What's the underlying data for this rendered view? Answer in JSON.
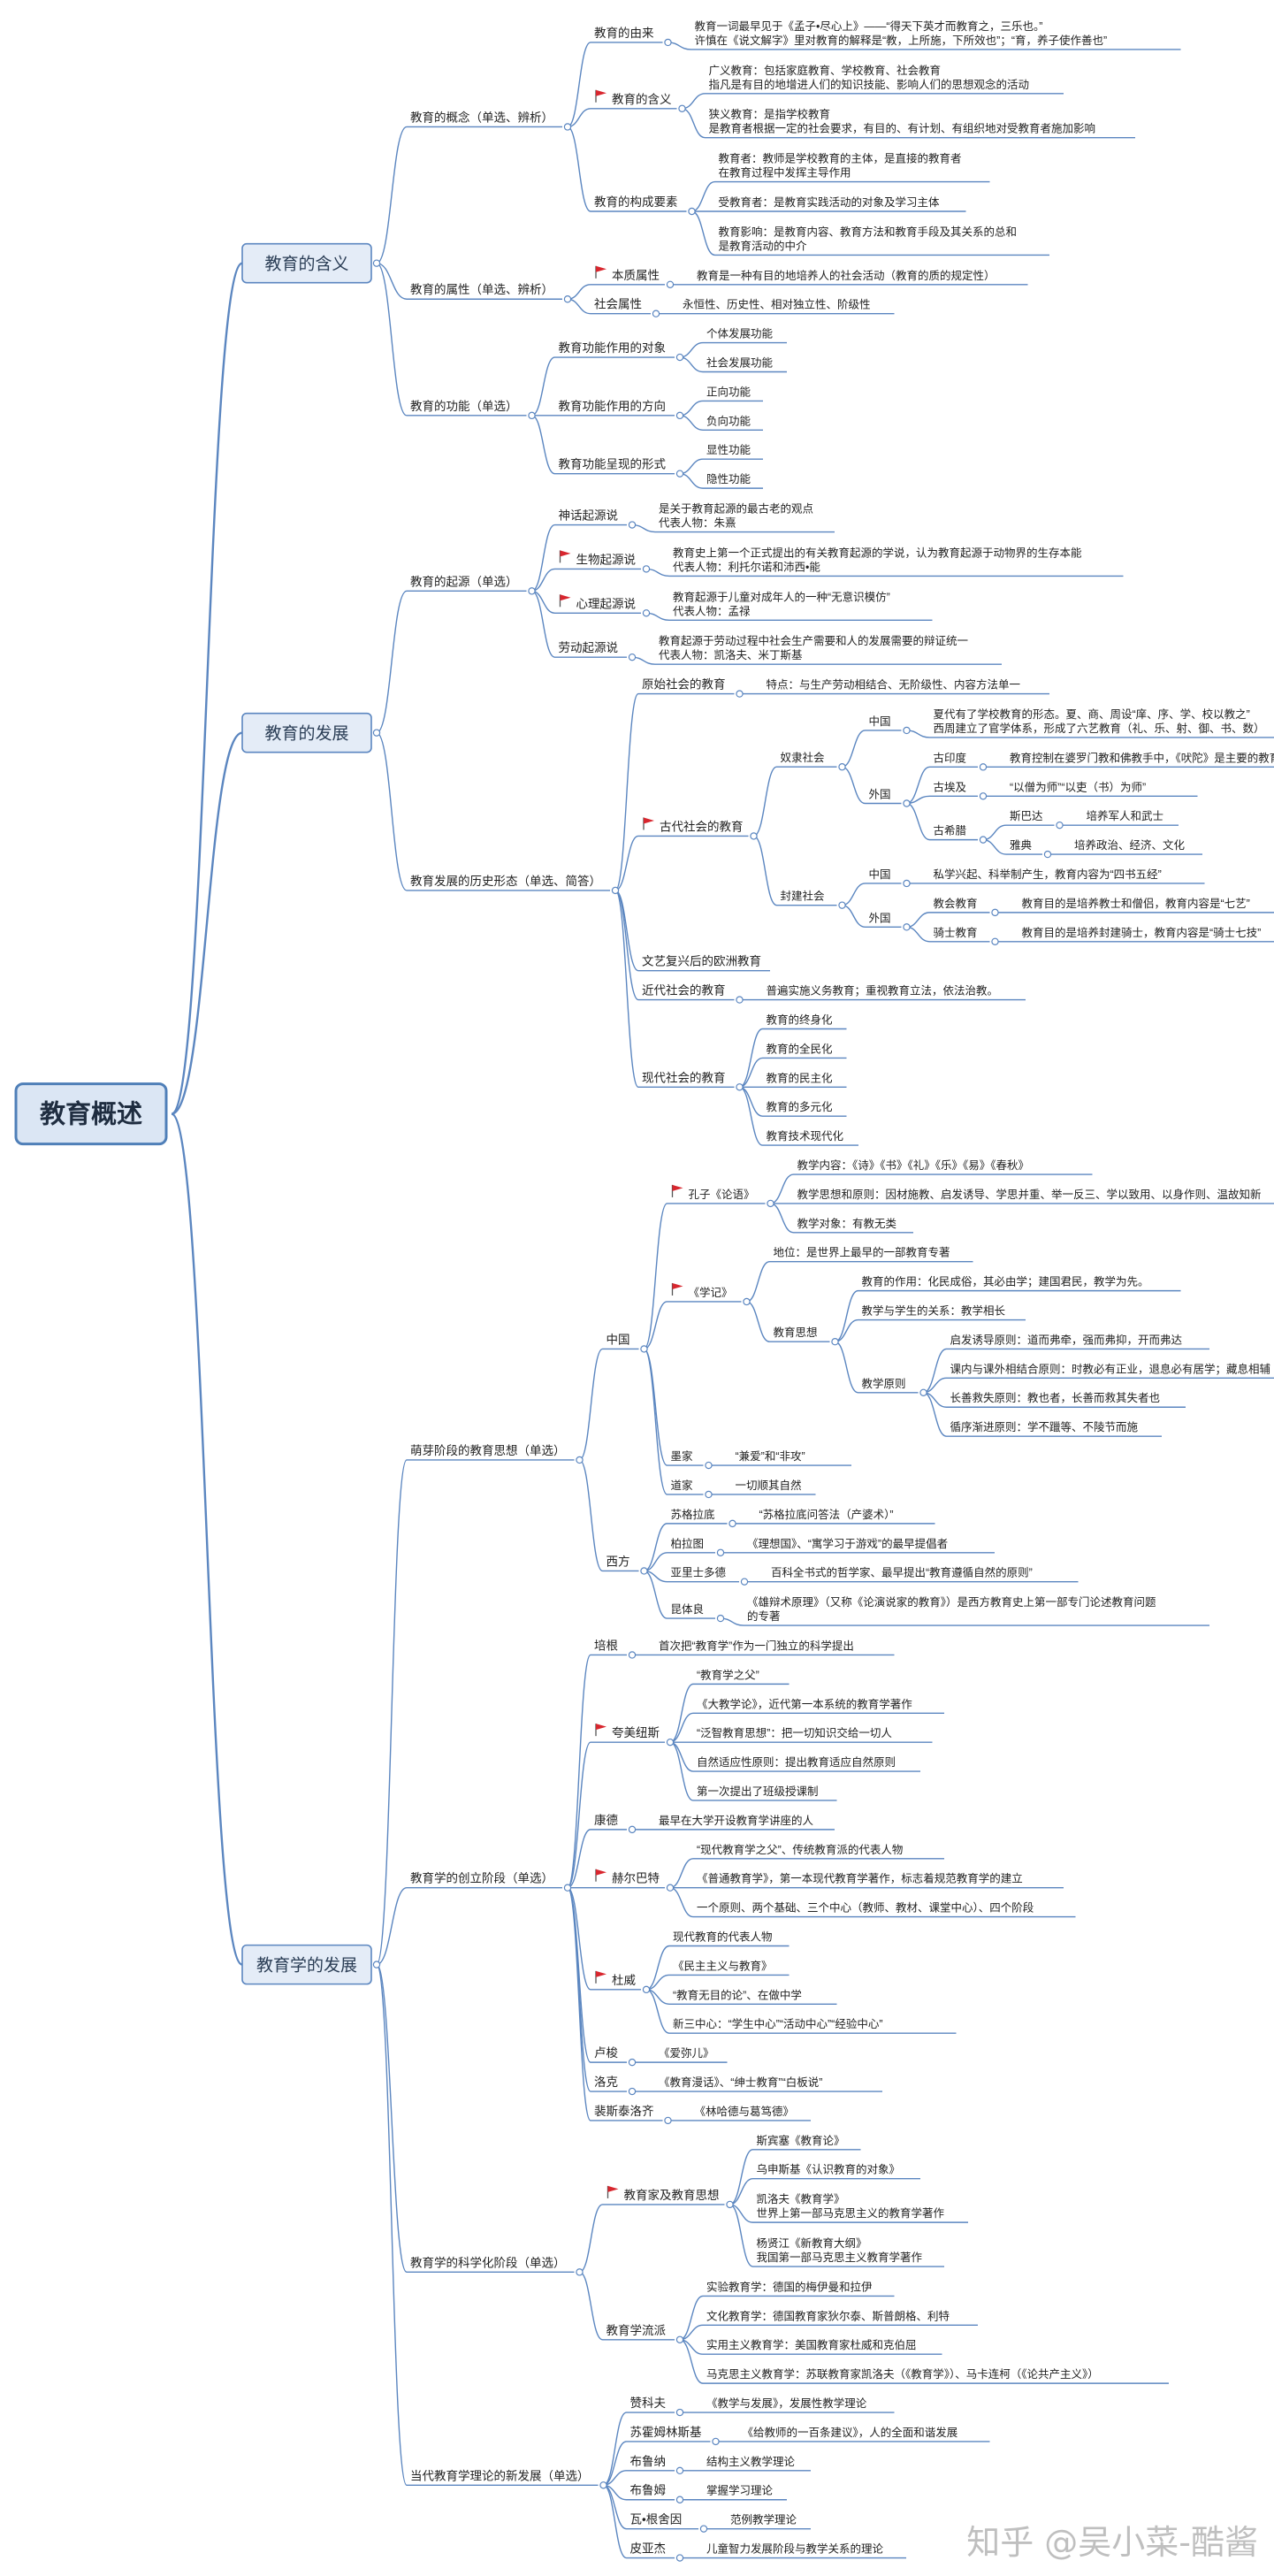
{
  "root": "教育概述",
  "watermark": "知乎 @吴小菜-酷酱",
  "colors": {
    "line": "#5b86c0",
    "rootFill": "#dbe6f4",
    "rootStroke": "#4f7fb8",
    "l1Fill": "#e4ecf7",
    "flag": "#d8262e"
  },
  "tree": {
    "t": "教育概述",
    "c": [
      {
        "t": "教育的含义",
        "c": [
          {
            "t": "教育的概念（单选、辨析）",
            "c": [
              {
                "t": "教育的由来",
                "c": [
                  {
                    "t": "教育一词最早见于《孟子•尽心上》——“得天下英才而教育之，三乐也。”\n许慎在《说文解字》里对教育的解释是“教，上所施，下所效也”；“育，养子使作善也”"
                  }
                ]
              },
              {
                "t": "教育的含义",
                "f": 1,
                "c": [
                  {
                    "t": "广义教育：包括家庭教育、学校教育、社会教育\n指凡是有目的地增进人们的知识技能、影响人们的思想观念的活动"
                  },
                  {
                    "t": "狭义教育：是指学校教育\n是教育者根据一定的社会要求，有目的、有计划、有组织地对受教育者施加影响"
                  }
                ]
              },
              {
                "t": "教育的构成要素",
                "c": [
                  {
                    "t": "教育者：教师是学校教育的主体，是直接的教育者\n在教育过程中发挥主导作用"
                  },
                  {
                    "t": "受教育者：是教育实践活动的对象及学习主体"
                  },
                  {
                    "t": "教育影响：是教育内容、教育方法和教育手段及其关系的总和\n是教育活动的中介"
                  }
                ]
              }
            ]
          },
          {
            "t": "教育的属性（单选、辨析）",
            "c": [
              {
                "t": "本质属性",
                "f": 1,
                "c": [
                  {
                    "t": "教育是一种有目的地培养人的社会活动（教育的质的规定性）"
                  }
                ]
              },
              {
                "t": "社会属性",
                "c": [
                  {
                    "t": "永恒性、历史性、相对独立性、阶级性"
                  }
                ]
              }
            ]
          },
          {
            "t": "教育的功能（单选）",
            "c": [
              {
                "t": "教育功能作用的对象",
                "c": [
                  {
                    "t": "个体发展功能"
                  },
                  {
                    "t": "社会发展功能"
                  }
                ]
              },
              {
                "t": "教育功能作用的方向",
                "c": [
                  {
                    "t": "正向功能"
                  },
                  {
                    "t": "负向功能"
                  }
                ]
              },
              {
                "t": "教育功能呈现的形式",
                "c": [
                  {
                    "t": "显性功能"
                  },
                  {
                    "t": "隐性功能"
                  }
                ]
              }
            ]
          }
        ]
      },
      {
        "t": "教育的发展",
        "c": [
          {
            "t": "教育的起源（单选）",
            "c": [
              {
                "t": "神话起源说",
                "c": [
                  {
                    "t": "是关于教育起源的最古老的观点\n代表人物：朱熹"
                  }
                ]
              },
              {
                "t": "生物起源说",
                "f": 1,
                "c": [
                  {
                    "t": "教育史上第一个正式提出的有关教育起源的学说，认为教育起源于动物界的生存本能\n代表人物：利托尔诺和沛西•能"
                  }
                ]
              },
              {
                "t": "心理起源说",
                "f": 1,
                "c": [
                  {
                    "t": "教育起源于儿童对成年人的一种“无意识模仿”\n代表人物：孟禄"
                  }
                ]
              },
              {
                "t": "劳动起源说",
                "c": [
                  {
                    "t": "教育起源于劳动过程中社会生产需要和人的发展需要的辩证统一\n代表人物：凯洛夫、米丁斯基"
                  }
                ]
              }
            ]
          },
          {
            "t": "教育发展的历史形态（单选、简答）",
            "c": [
              {
                "t": "原始社会的教育",
                "c": [
                  {
                    "t": "特点：与生产劳动相结合、无阶级性、内容方法单一"
                  }
                ]
              },
              {
                "t": "古代社会的教育",
                "f": 1,
                "c": [
                  {
                    "t": "奴隶社会",
                    "c": [
                      {
                        "t": "中国",
                        "c": [
                          {
                            "t": "夏代有了学校教育的形态。夏、商、周设“庠、序、学、校以教之”\n西周建立了官学体系，形成了六艺教育（礼、乐、射、御、书、数）"
                          }
                        ]
                      },
                      {
                        "t": "外国",
                        "c": [
                          {
                            "t": "古印度",
                            "c": [
                              {
                                "t": "教育控制在婆罗门教和佛教手中，《吠陀》是主要的教育内容"
                              }
                            ]
                          },
                          {
                            "t": "古埃及",
                            "c": [
                              {
                                "t": "“以僧为师”“以吏（书）为师”"
                              }
                            ]
                          },
                          {
                            "t": "古希腊",
                            "c": [
                              {
                                "t": "斯巴达",
                                "c": [
                                  {
                                    "t": "培养军人和武士"
                                  }
                                ]
                              },
                              {
                                "t": "雅典",
                                "c": [
                                  {
                                    "t": "培养政治、经济、文化"
                                  }
                                ]
                              }
                            ]
                          }
                        ]
                      }
                    ]
                  },
                  {
                    "t": "封建社会",
                    "c": [
                      {
                        "t": "中国",
                        "c": [
                          {
                            "t": "私学兴起、科举制产生，教育内容为“四书五经”"
                          }
                        ]
                      },
                      {
                        "t": "外国",
                        "c": [
                          {
                            "t": "教会教育",
                            "c": [
                              {
                                "t": "教育目的是培养教士和僧侣，教育内容是“七艺”"
                              }
                            ]
                          },
                          {
                            "t": "骑士教育",
                            "c": [
                              {
                                "t": "教育目的是培养封建骑士，教育内容是“骑士七技”"
                              }
                            ]
                          }
                        ]
                      }
                    ]
                  }
                ]
              },
              {
                "t": "文艺复兴后的欧洲教育"
              },
              {
                "t": "近代社会的教育",
                "c": [
                  {
                    "t": "普遍实施义务教育；重视教育立法，依法治教。"
                  }
                ]
              },
              {
                "t": "现代社会的教育",
                "c": [
                  {
                    "t": "教育的终身化"
                  },
                  {
                    "t": "教育的全民化"
                  },
                  {
                    "t": "教育的民主化"
                  },
                  {
                    "t": "教育的多元化"
                  },
                  {
                    "t": "教育技术现代化"
                  }
                ]
              }
            ]
          }
        ]
      },
      {
        "t": "教育学的发展",
        "c": [
          {
            "t": "萌芽阶段的教育思想（单选）",
            "c": [
              {
                "t": "中国",
                "c": [
                  {
                    "t": "孔子《论语》",
                    "f": 1,
                    "c": [
                      {
                        "t": "教学内容：《诗》《书》《礼》《乐》《易》《春秋》"
                      },
                      {
                        "t": "教学思想和原则：因材施教、启发诱导、学思并重、举一反三、学以致用、以身作则、温故知新"
                      },
                      {
                        "t": "教学对象：有教无类"
                      }
                    ]
                  },
                  {
                    "t": "《学记》",
                    "f": 1,
                    "c": [
                      {
                        "t": "地位：是世界上最早的一部教育专著"
                      },
                      {
                        "t": "教育思想",
                        "c": [
                          {
                            "t": "教育的作用：化民成俗，其必由学；建国君民，教学为先。"
                          },
                          {
                            "t": "教学与学生的关系：教学相长"
                          },
                          {
                            "t": "教学原则",
                            "c": [
                              {
                                "t": "启发诱导原则：道而弗牵，强而弗抑，开而弗达"
                              },
                              {
                                "t": "课内与课外相结合原则：时教必有正业，退息必有居学；藏息相辅"
                              },
                              {
                                "t": "长善救失原则：教也者，长善而救其失者也"
                              },
                              {
                                "t": "循序渐进原则：学不躐等、不陵节而施"
                              }
                            ]
                          }
                        ]
                      }
                    ]
                  },
                  {
                    "t": "墨家",
                    "c": [
                      {
                        "t": "“兼爱”和“非攻”"
                      }
                    ]
                  },
                  {
                    "t": "道家",
                    "c": [
                      {
                        "t": "一切顺其自然"
                      }
                    ]
                  }
                ]
              },
              {
                "t": "西方",
                "c": [
                  {
                    "t": "苏格拉底",
                    "c": [
                      {
                        "t": "“苏格拉底问答法（产婆术）”"
                      }
                    ]
                  },
                  {
                    "t": "柏拉图",
                    "c": [
                      {
                        "t": "《理想国》、“寓学习于游戏”的最早提倡者"
                      }
                    ]
                  },
                  {
                    "t": "亚里士多德",
                    "c": [
                      {
                        "t": "百科全书式的哲学家、最早提出“教育遵循自然的原则”"
                      }
                    ]
                  },
                  {
                    "t": "昆体良",
                    "c": [
                      {
                        "t": "《雄辩术原理》（又称《论演说家的教育》）是西方教育史上第一部专门论述教育问题\n的专著"
                      }
                    ]
                  }
                ]
              }
            ]
          },
          {
            "t": "教育学的创立阶段（单选）",
            "c": [
              {
                "t": "培根",
                "c": [
                  {
                    "t": "首次把“教育学”作为一门独立的科学提出"
                  }
                ]
              },
              {
                "t": "夸美纽斯",
                "f": 1,
                "c": [
                  {
                    "t": "“教育学之父”"
                  },
                  {
                    "t": "《大教学论》，近代第一本系统的教育学著作"
                  },
                  {
                    "t": "“泛智教育思想”：把一切知识交给一切人"
                  },
                  {
                    "t": "自然适应性原则：提出教育适应自然原则"
                  },
                  {
                    "t": "第一次提出了班级授课制"
                  }
                ]
              },
              {
                "t": "康德",
                "c": [
                  {
                    "t": "最早在大学开设教育学讲座的人"
                  }
                ]
              },
              {
                "t": "赫尔巴特",
                "f": 1,
                "c": [
                  {
                    "t": "“现代教育学之父”、传统教育派的代表人物"
                  },
                  {
                    "t": "《普通教育学》，第一本现代教育学著作，标志着规范教育学的建立"
                  },
                  {
                    "t": "一个原则、两个基础、三个中心（教师、教材、课堂中心）、四个阶段"
                  }
                ]
              },
              {
                "t": "杜威",
                "f": 1,
                "c": [
                  {
                    "t": "现代教育的代表人物"
                  },
                  {
                    "t": "《民主主义与教育》"
                  },
                  {
                    "t": "“教育无目的论”、在做中学"
                  },
                  {
                    "t": "新三中心：“学生中心”“活动中心”“经验中心”"
                  }
                ]
              },
              {
                "t": "卢梭",
                "c": [
                  {
                    "t": "《爱弥儿》"
                  }
                ]
              },
              {
                "t": "洛克",
                "c": [
                  {
                    "t": "《教育漫话》、“绅士教育”“白板说”"
                  }
                ]
              },
              {
                "t": "裴斯泰洛齐",
                "c": [
                  {
                    "t": "《林哈德与葛笃德》"
                  }
                ]
              }
            ]
          },
          {
            "t": "教育学的科学化阶段（单选）",
            "c": [
              {
                "t": "教育家及教育思想",
                "f": 1,
                "c": [
                  {
                    "t": "斯宾塞《教育论》"
                  },
                  {
                    "t": "乌申斯基《认识教育的对象》"
                  },
                  {
                    "t": "凯洛夫《教育学》\n世界上第一部马克思主义的教育学著作"
                  },
                  {
                    "t": "杨贤江《新教育大纲》\n我国第一部马克思主义教育学著作"
                  }
                ]
              },
              {
                "t": "教育学流派",
                "c": [
                  {
                    "t": "实验教育学：德国的梅伊曼和拉伊"
                  },
                  {
                    "t": "文化教育学：德国教育家狄尔泰、斯普朗格、利特"
                  },
                  {
                    "t": "实用主义教育学：美国教育家杜威和克伯屈"
                  },
                  {
                    "t": "马克思主义教育学：苏联教育家凯洛夫（《教育学》）、马卡连柯（《论共产主义》）"
                  }
                ]
              }
            ]
          },
          {
            "t": "当代教育学理论的新发展（单选）",
            "c": [
              {
                "t": "赞科夫",
                "c": [
                  {
                    "t": "《教学与发展》，发展性教学理论"
                  }
                ]
              },
              {
                "t": "苏霍姆林斯基",
                "c": [
                  {
                    "t": "《给教师的一百条建议》，人的全面和谐发展"
                  }
                ]
              },
              {
                "t": "布鲁纳",
                "c": [
                  {
                    "t": "结构主义教学理论"
                  }
                ]
              },
              {
                "t": "布鲁姆",
                "c": [
                  {
                    "t": "掌握学习理论"
                  }
                ]
              },
              {
                "t": "瓦•根舍因",
                "c": [
                  {
                    "t": "范例教学理论"
                  }
                ]
              },
              {
                "t": "皮亚杰",
                "c": [
                  {
                    "t": "儿童智力发展阶段与教学关系的理论"
                  }
                ]
              }
            ]
          }
        ]
      }
    ]
  }
}
